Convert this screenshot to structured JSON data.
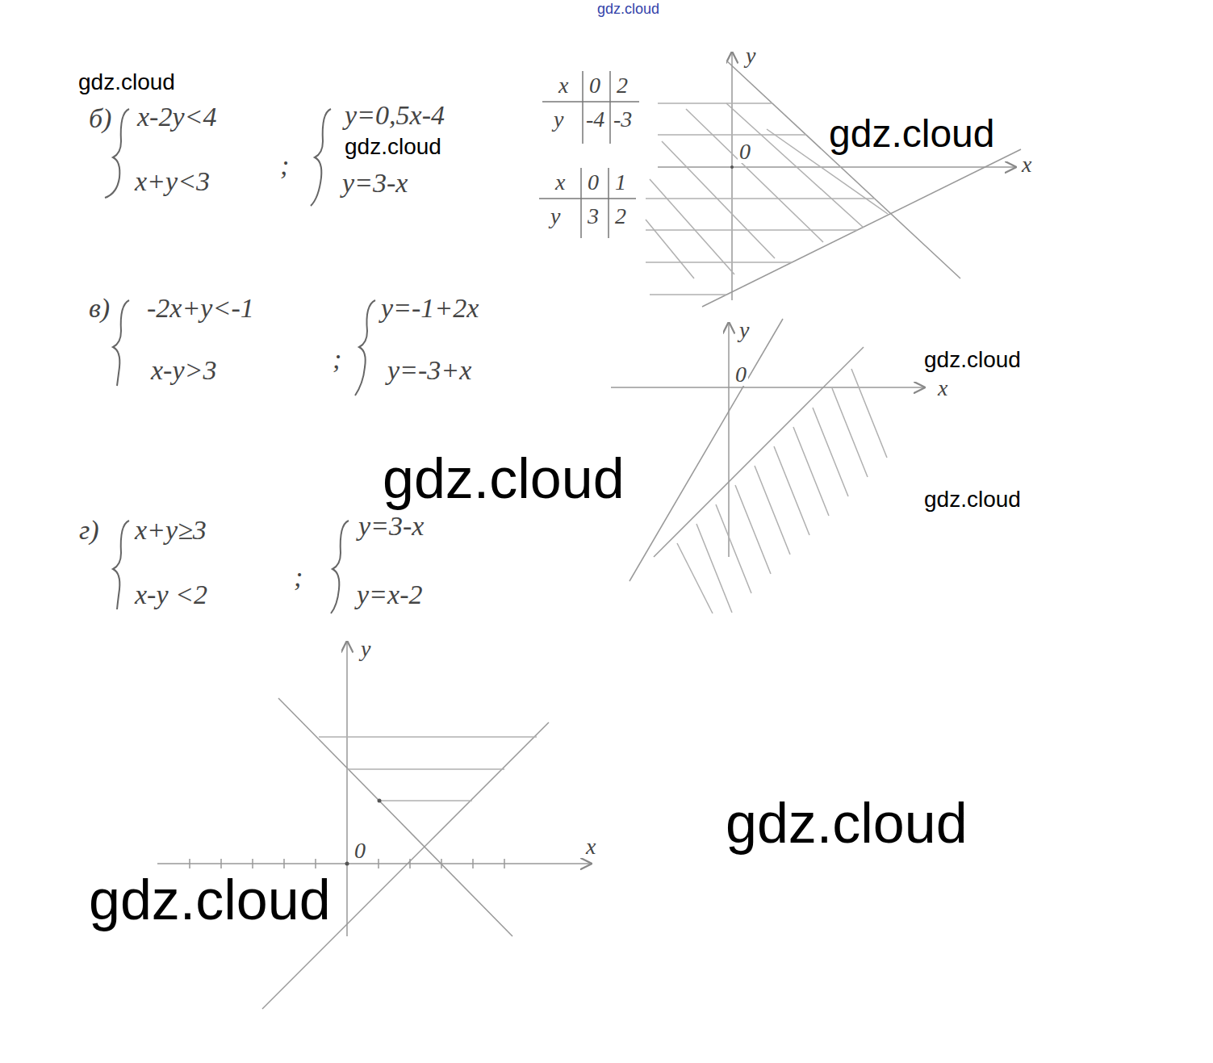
{
  "diagram": {
    "labels": [
      "gdz.cloud",
      "gdz.cloud",
      "б)",
      "x-2y<4",
      "x+y<3",
      ";",
      "y=0,5x-4",
      "gdz.cloud",
      "y=3-x",
      "x",
      "0",
      "2",
      "y",
      "-4",
      "-3",
      "x",
      "0",
      "1",
      "y",
      "3",
      "2",
      "y",
      "0",
      "x",
      "gdz.cloud",
      "в)",
      "-2x+y<-1",
      "x-y>3",
      ";",
      "y=-1+2x",
      "y=-3+x",
      "y",
      "0",
      "x",
      "gdz.cloud",
      "gdz.cloud",
      "gdz.cloud",
      "г)",
      "x+y≥3",
      "x-y <2",
      ";",
      "y=3-x",
      "y=x-2",
      "y",
      "0",
      "x",
      "gdz.cloud",
      "gdz.cloud"
    ]
  }
}
